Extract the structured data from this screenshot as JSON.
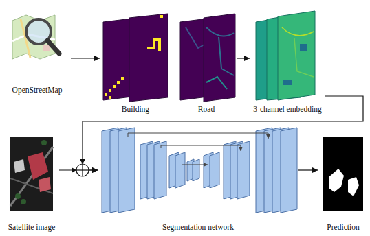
{
  "diagram": {
    "nodes": [
      {
        "text": [
          "OpenStreetMap"
        ]
      },
      {
        "text": [
          "Building"
        ]
      },
      {
        "text": [
          "Road"
        ]
      },
      {
        "text": [
          "3-channel embedding"
        ]
      },
      {
        "text": [
          "Satellite image"
        ]
      },
      {
        "text": [
          "Segmentation network"
        ]
      },
      {
        "text": [
          "Prediction"
        ]
      }
    ],
    "edges": [
      {
        "from": 0,
        "to": 1,
        "arrow": "to"
      },
      {
        "from": 2,
        "to": 3,
        "arrow": "to"
      },
      {
        "from": 3,
        "to": 5,
        "arrow": "to"
      },
      {
        "from": 4,
        "to": 5,
        "arrow": "to"
      },
      {
        "from": 5,
        "to": 6,
        "arrow": "to"
      }
    ]
  }
}
